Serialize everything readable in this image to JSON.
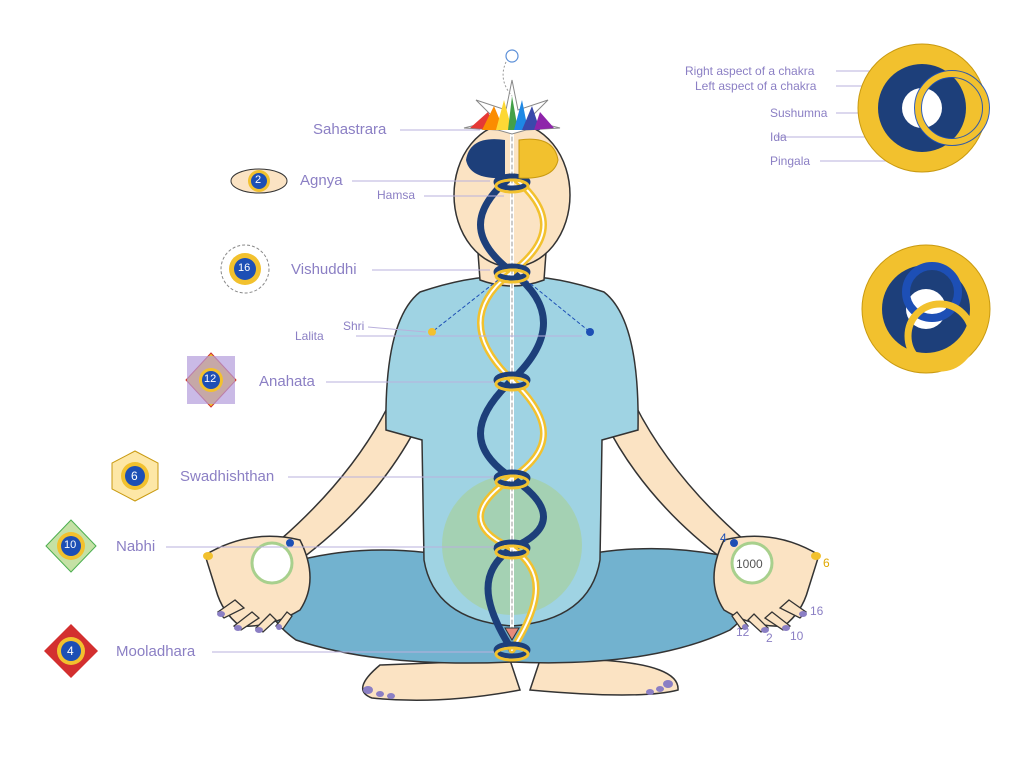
{
  "chakras": [
    {
      "name": "Sahastrara",
      "petals": ""
    },
    {
      "name": "Agnya",
      "petals": "2"
    },
    {
      "name": "Vishuddhi",
      "petals": "16"
    },
    {
      "name": "Anahata",
      "petals": "12"
    },
    {
      "name": "Swadhishthan",
      "petals": "6"
    },
    {
      "name": "Nabhi",
      "petals": "10"
    },
    {
      "name": "Mooladhara",
      "petals": "4"
    }
  ],
  "body_labels": {
    "hamsa": "Hamsa",
    "shri": "Shri",
    "lalita": "Lalita"
  },
  "legend": {
    "right_aspect": "Right aspect of a chakra",
    "left_aspect": "Left aspect of a chakra",
    "sushumna": "Sushumna",
    "ida": "Ida",
    "pingala": "Pingala"
  },
  "hand_numbers": {
    "left_thumb": "4",
    "palm": "1000",
    "right_thumb": "6",
    "little": "12",
    "ring": "2",
    "middle": "10",
    "index": "16"
  },
  "colors": {
    "label": "#8b7fc4",
    "left_channel": "#1d3f7a",
    "right_channel": "#f2c12e",
    "body": "#fbe3c3",
    "shirt": "#9fd3e3",
    "trousers": "#72b2cf",
    "green_aura": "#a8d08d"
  }
}
